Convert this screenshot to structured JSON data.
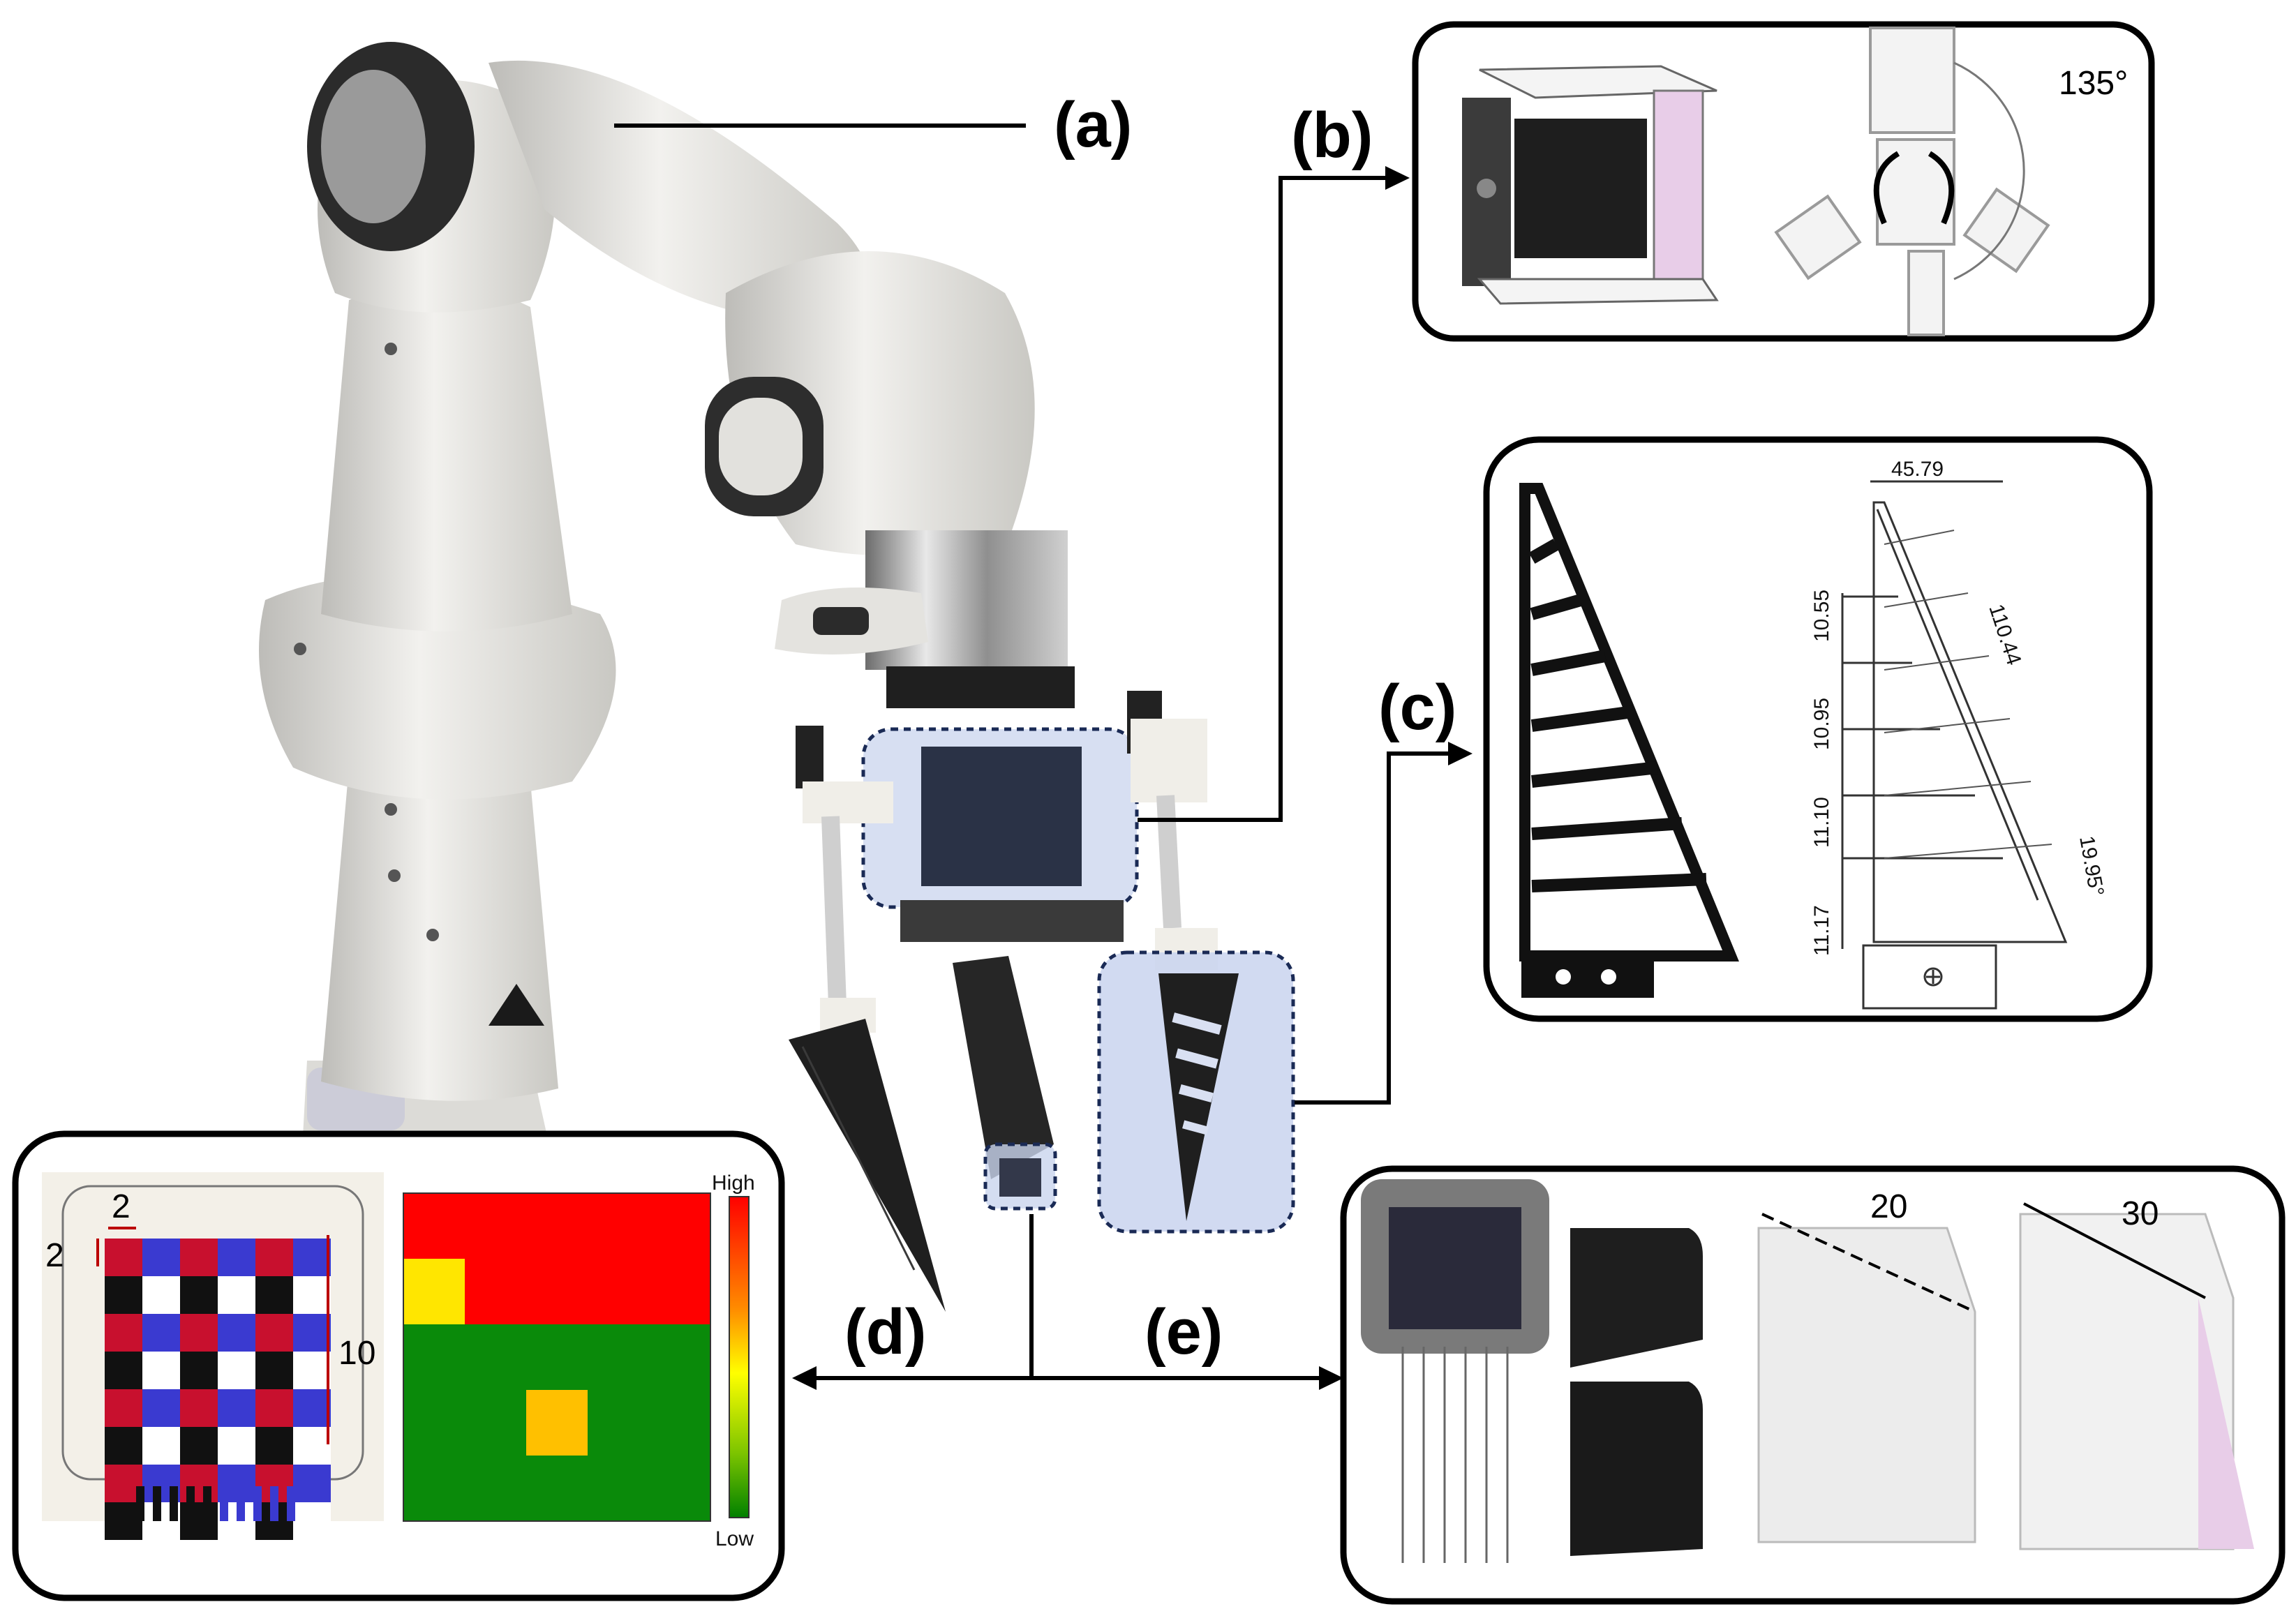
{
  "labels": {
    "a": "(a)",
    "b": "(b)",
    "c": "(c)",
    "d": "(d)",
    "e": "(e)"
  },
  "panel_b": {
    "angle": "135°"
  },
  "panel_c": {
    "width_dim": "45.79",
    "hyp_dim": "110.44",
    "gaps": [
      "10.55",
      "10.95",
      "11.10",
      "11.17"
    ],
    "angle": "19.95°"
  },
  "panel_d": {
    "cell_label": "2",
    "cell_label_v": "2",
    "side_label": "10",
    "colorbar_high": "High",
    "colorbar_low": "Low",
    "heatmap": {
      "rows": 5,
      "cols": 5,
      "levels": [
        [
          "high",
          "high",
          "high",
          "high",
          "high"
        ],
        [
          "mid",
          "high",
          "high",
          "high",
          "high"
        ],
        [
          "low",
          "low",
          "low",
          "low",
          "low"
        ],
        [
          "low",
          "low",
          "mid2",
          "low",
          "low"
        ],
        [
          "low",
          "low",
          "low",
          "low",
          "low"
        ]
      ],
      "colors": {
        "high": "#ff0000",
        "mid": "#ffe600",
        "mid2": "#ffc000",
        "low": "#0a8a0a"
      }
    }
  },
  "panel_e": {
    "dim_20": "20",
    "dim_30": "30"
  },
  "colors": {
    "panel_border": "#000000",
    "highlight_fill": "#c9d4ee",
    "highlight_stroke": "#1a2a55",
    "robot_body": "#e6e5e1",
    "robot_dark": "#2b2b2b",
    "sensor_red": "#c8102e",
    "sensor_blue": "#3a3ad0",
    "pink_part": "#e8cde8"
  }
}
